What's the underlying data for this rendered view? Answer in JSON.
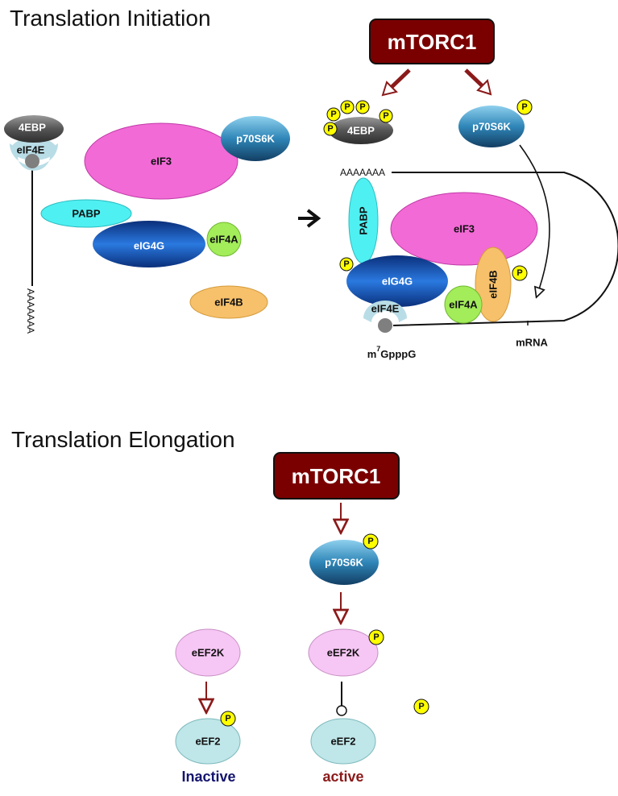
{
  "titles": {
    "initiation": "Translation Initiation",
    "elongation": "Translation Elongation"
  },
  "labels": {
    "mtorc1": "mTORC1",
    "ebp4": "4EBP",
    "eif4e": "eIF4E",
    "eif3": "eIF3",
    "p70s6k": "p70S6K",
    "pabp": "PABP",
    "eig4g": "eIG4G",
    "eif4a": "eIF4A",
    "eif4b": "eIF4B",
    "eef2k": "eEF2K",
    "eef2": "eEF2",
    "p": "P",
    "polyA": "AAAAAAA",
    "cap_prefix": "m",
    "cap_sup": "7",
    "cap_suffix": "GpppG",
    "mrna": "mRNA",
    "inactive": "Inactive",
    "active": "active"
  },
  "colors": {
    "mtorc_fill": "#7a0000",
    "arrow_red": "#8b1a1a",
    "ebp_gray": "#6b6b6b",
    "eif4e_light": "#b9dde6",
    "eif3_pink": "#f26ad6",
    "p70_blue": "#2e7fae",
    "pabp_cyan": "#4ff0f2",
    "eig4g_blue": "#0f4fa6",
    "eif4a_green": "#a3ec5a",
    "eif4b_orange": "#f7c06a",
    "eef2k_pink": "#f6c6f4",
    "eef2_teal": "#bfe6e8",
    "p_yellow": "#ffff00",
    "inactive_text": "#14146e",
    "active_text": "#8b1a1a"
  }
}
